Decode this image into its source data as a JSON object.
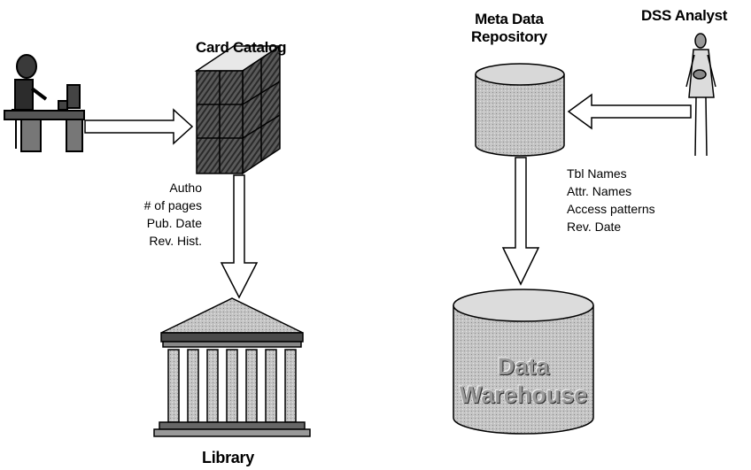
{
  "card_catalog": {
    "title": "Card Catalog"
  },
  "library": {
    "title": "Library"
  },
  "catalog_fields": [
    "Autho­",
    "# of pages",
    "Pub. Date",
    "Rev. Hist."
  ],
  "meta_repo": {
    "title_line1": "Meta Data",
    "title_line2": "Repository"
  },
  "analyst": {
    "title": "DSS Analyst"
  },
  "meta_fields": [
    "Tbl Names",
    "Attr. Names",
    "Access patterns",
    "Rev. Date"
  ],
  "warehouse": {
    "line1": "Data",
    "line2": "Warehouse"
  },
  "colors": {
    "cylinder_gray": "#bdbdbd",
    "arrow_fill": "#ffffff",
    "outline": "#000000"
  }
}
